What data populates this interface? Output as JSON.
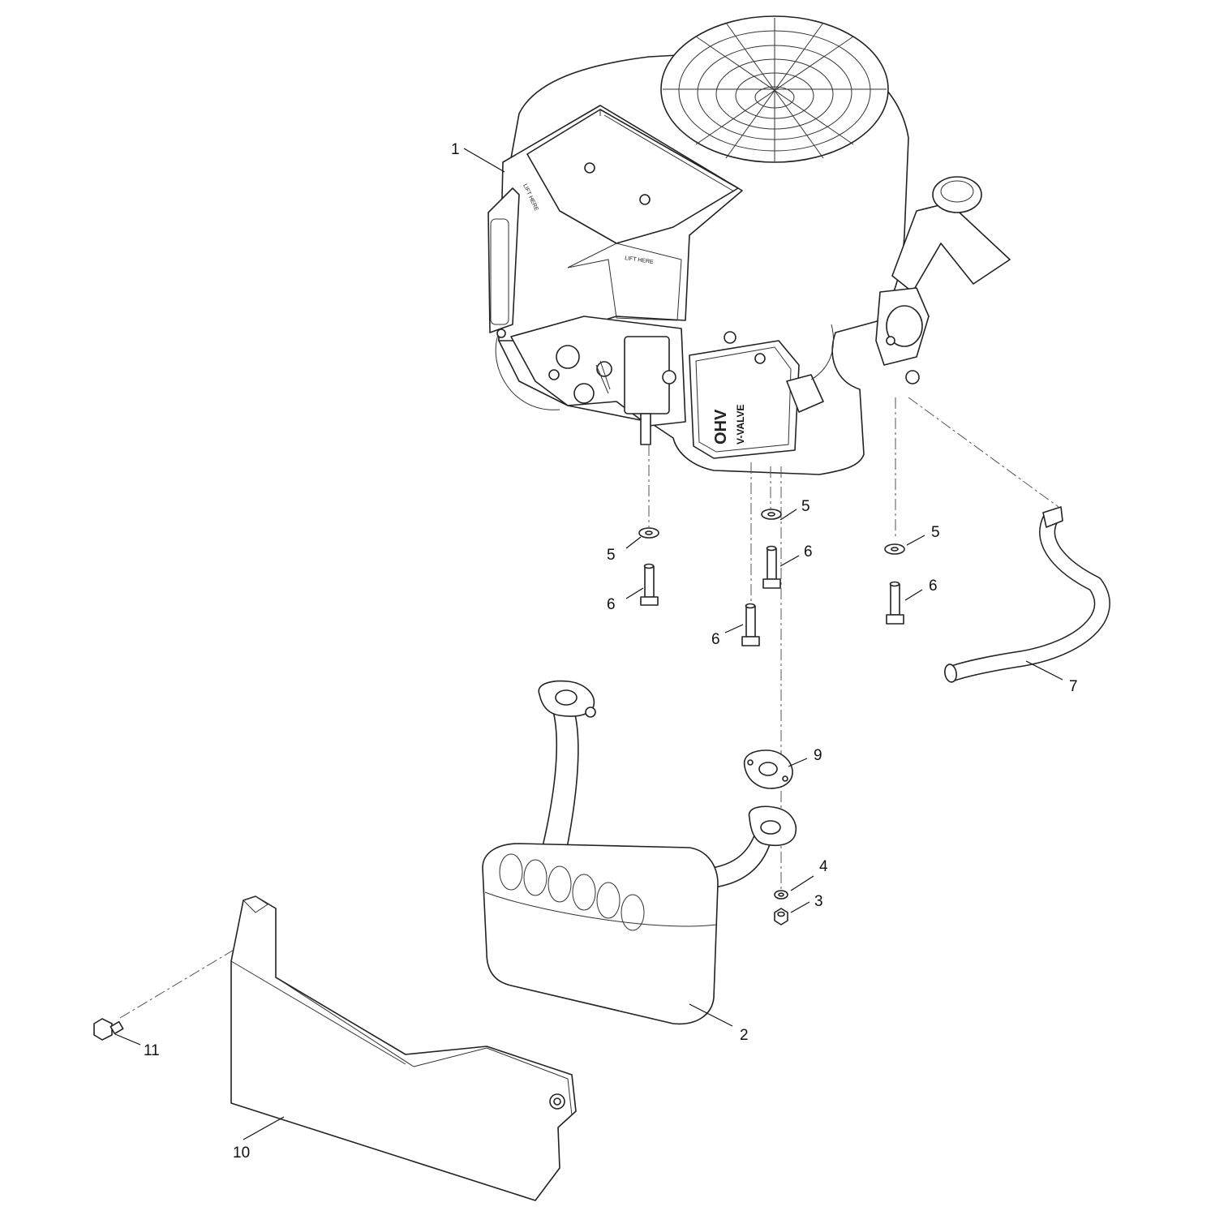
{
  "diagram": {
    "engine_decals": {
      "lift_here_top": "LIFT HERE",
      "lift_here_side": "LIFT HERE",
      "valve_cover_line1": "OHV",
      "valve_cover_line2": "V-VALVE"
    },
    "callouts": [
      {
        "id": "engine",
        "label": "1"
      },
      {
        "id": "muffler",
        "label": "2"
      },
      {
        "id": "nut",
        "label": "3"
      },
      {
        "id": "lock-washer",
        "label": "4"
      },
      {
        "id": "washer-a",
        "label": "5"
      },
      {
        "id": "washer-b",
        "label": "5"
      },
      {
        "id": "washer-c",
        "label": "5"
      },
      {
        "id": "bolt-a",
        "label": "6"
      },
      {
        "id": "bolt-b",
        "label": "6"
      },
      {
        "id": "bolt-c",
        "label": "6"
      },
      {
        "id": "bolt-d",
        "label": "6"
      },
      {
        "id": "hose",
        "label": "7"
      },
      {
        "id": "gasket",
        "label": "9"
      },
      {
        "id": "heat-shield",
        "label": "10"
      },
      {
        "id": "shield-bolt",
        "label": "11"
      }
    ]
  }
}
